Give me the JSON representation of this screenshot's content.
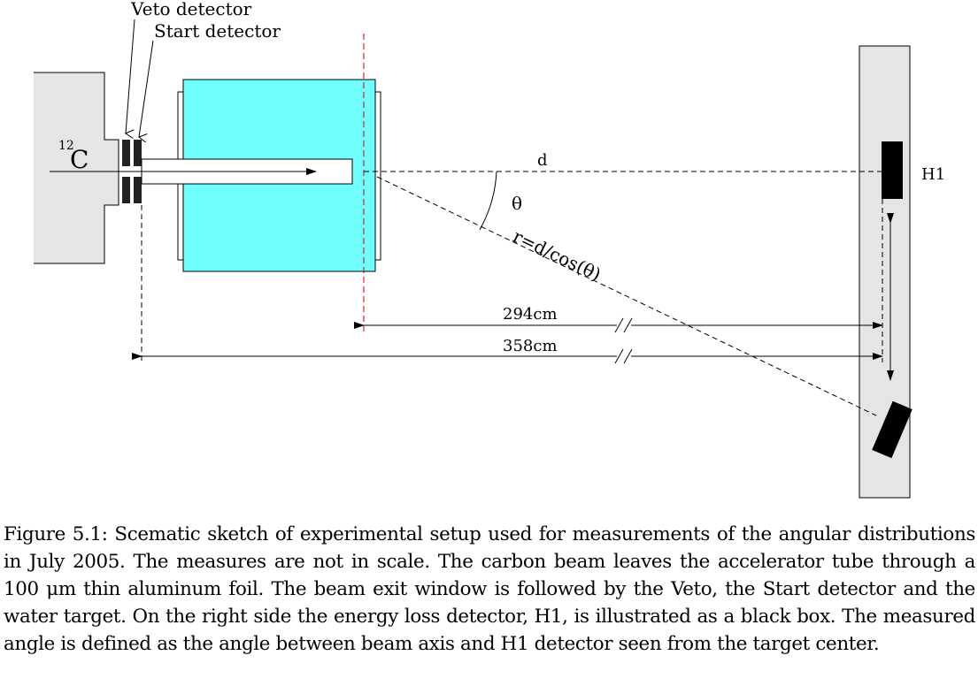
{
  "figure": {
    "labels": {
      "veto": "Veto detector",
      "start": "Start detector",
      "isotope_mass": "12",
      "isotope_symbol": "C",
      "d": "d",
      "theta": "θ",
      "r": "r=d/cos(θ)",
      "h1": "H1",
      "dist_294": "294cm",
      "dist_358": "358cm",
      "break_mark": "//"
    },
    "colors": {
      "water_target": "#6fffff",
      "accelerator": "#e5e5e5",
      "detector_panel": "#e5e5e5",
      "dashed_target_center": "#cc0000",
      "detector": "#000000"
    }
  },
  "caption": {
    "text": "Figure 5.1: Scematic sketch of experimental setup used for measurements of the angular distributions in July 2005. The measures are not in scale. The carbon beam leaves the accelerator tube through a 100 μm thin aluminum foil. The beam exit window is followed by the Veto, the Start detector and the water target. On the right side the energy loss detector, H1, is illustrated as a black box. The measured angle is defined as the angle between beam axis and H1 detector seen from the target center."
  }
}
